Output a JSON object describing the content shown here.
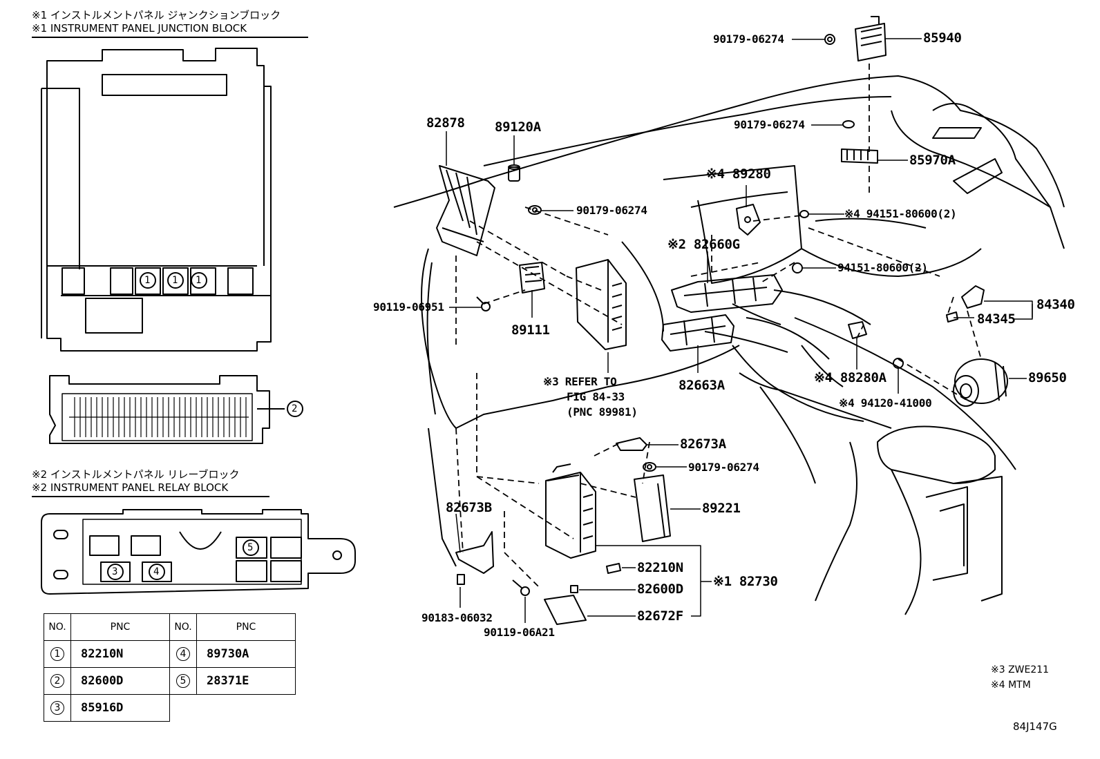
{
  "legend_headers": {
    "h1_jp": "※1 インストルメントパネル ジャンクションブロック",
    "h1_en": "※1 INSTRUMENT PANEL JUNCTION BLOCK",
    "h2_jp": "※2 インストルメントパネル リレーブロック",
    "h2_en": "※2 INSTRUMENT PANEL RELAY BLOCK"
  },
  "junction_block": {
    "markers": [
      "1",
      "1",
      "1"
    ],
    "side_marker": "2"
  },
  "relay_block": {
    "markers": [
      "5",
      "3",
      "4"
    ]
  },
  "pnc_table": {
    "col_no": "NO.",
    "col_pnc": "PNC",
    "rows": [
      {
        "no": "1",
        "pnc": "82210N",
        "no2": "4",
        "pnc2": "89730A"
      },
      {
        "no": "2",
        "pnc": "82600D",
        "no2": "5",
        "pnc2": "28371E"
      },
      {
        "no": "3",
        "pnc": "85916D"
      }
    ]
  },
  "callouts": {
    "c85940": "85940",
    "c90179_a": "90179-06274",
    "c90179_b": "90179-06274",
    "c85970A": "85970A",
    "c82878": "82878",
    "c89120A": "89120A",
    "c90179_c": "90179-06274",
    "c89280": "※4 89280",
    "c94151_a": "※4 94151-80600(2)",
    "c82660G": "※2 82660G",
    "c94151_b": "94151-80600(2)",
    "c90119_06951": "90119-06951",
    "c89111": "89111",
    "c84340": "84340",
    "c84345": "84345",
    "refer1": "※3 REFER TO",
    "refer2": "FIG 84-33",
    "refer3": "(PNC 89981)",
    "c82663A": "82663A",
    "c88280A": "※4 88280A",
    "c89650": "89650",
    "c94120": "※4 94120-41000",
    "c82673A": "82673A",
    "c90179_d": "90179-06274",
    "c82673B": "82673B",
    "c89221": "89221",
    "c82210N": "82210N",
    "c82600D": "82600D",
    "c82730": "※1 82730",
    "c82672F": "82672F",
    "c90183": "90183-06032",
    "c90119_06A21": "90119-06A21"
  },
  "notes": {
    "n3": "※3 ZWE211",
    "n4": "※4 MTM",
    "fig_code": "84J147G"
  }
}
